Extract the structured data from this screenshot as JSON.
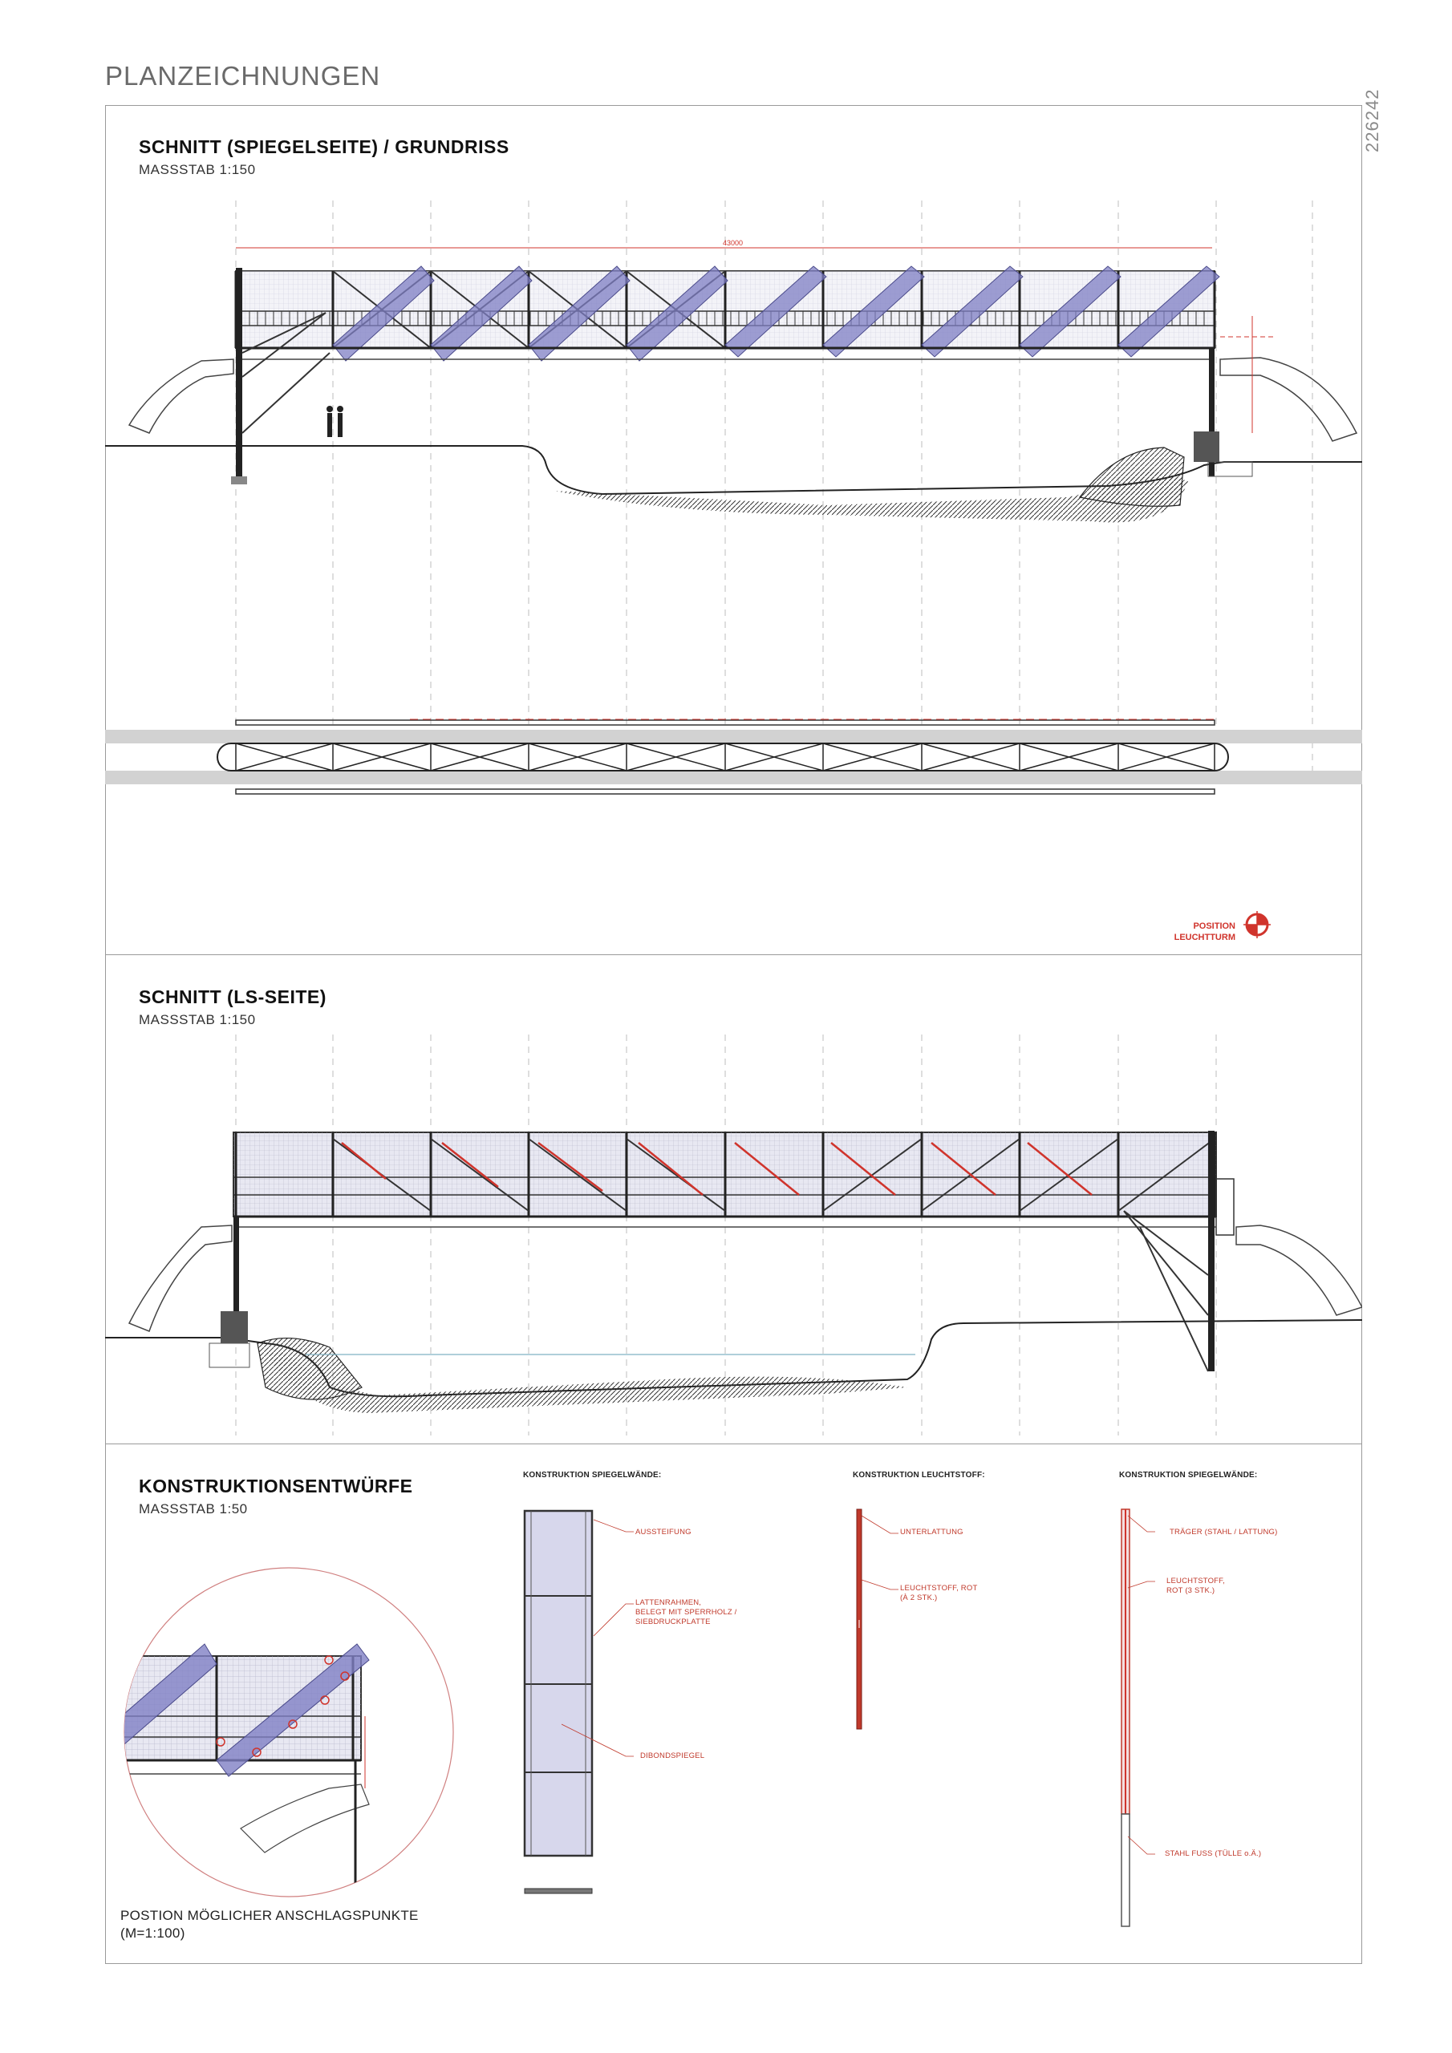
{
  "page": {
    "title": "PLANZEICHNUNGEN",
    "side_number": "226242"
  },
  "section1": {
    "title": "SCHNITT (SPIEGELSEITE) / GRUNDRISS",
    "scale": "MASSSTAB 1:150",
    "dimension": "43000",
    "position_label_1": "POSITION",
    "position_label_2": "LEUCHTTURM"
  },
  "section2": {
    "title": "SCHNITT (LS-SEITE)",
    "scale": "MASSSTAB 1:150"
  },
  "section3": {
    "title": "KONSTRUKTIONSENTWÜRFE",
    "scale": "MASSSTAB 1:50",
    "note_line1": "POSTION MÖGLICHER ANSCHLAGSPUNKTE",
    "note_line2": "(M=1:100)",
    "col1": {
      "heading": "KONSTRUKTION SPIEGELWÄNDE:",
      "label_1": "AUSSTEIFUNG",
      "label_2a": "LATTENRAHMEN,",
      "label_2b": "BELEGT MIT SPERRHOLZ /",
      "label_2c": "SIEBDRUCKPLATTE",
      "label_3": "DIBONDSPIEGEL"
    },
    "col2": {
      "heading": "KONSTRUKTION LEUCHTSTOFF:",
      "label_1": "UNTERLATTUNG",
      "label_2a": "LEUCHTSTOFF, ROT",
      "label_2b": "(À 2 STK.)"
    },
    "col3": {
      "heading": "KONSTRUKTION SPIEGELWÄNDE:",
      "label_1": "TRÄGER (STAHL / LATTUNG)",
      "label_2a": "LEUCHTSTOFF,",
      "label_2b": "ROT (3 STK.)",
      "label_3": "STAHL FUSS (TÜLLE o.Ä.)"
    }
  },
  "colors": {
    "mirror": "#7f7fc4",
    "red": "#d0342c",
    "line": "#222222",
    "grid": "#c8c8c8"
  }
}
